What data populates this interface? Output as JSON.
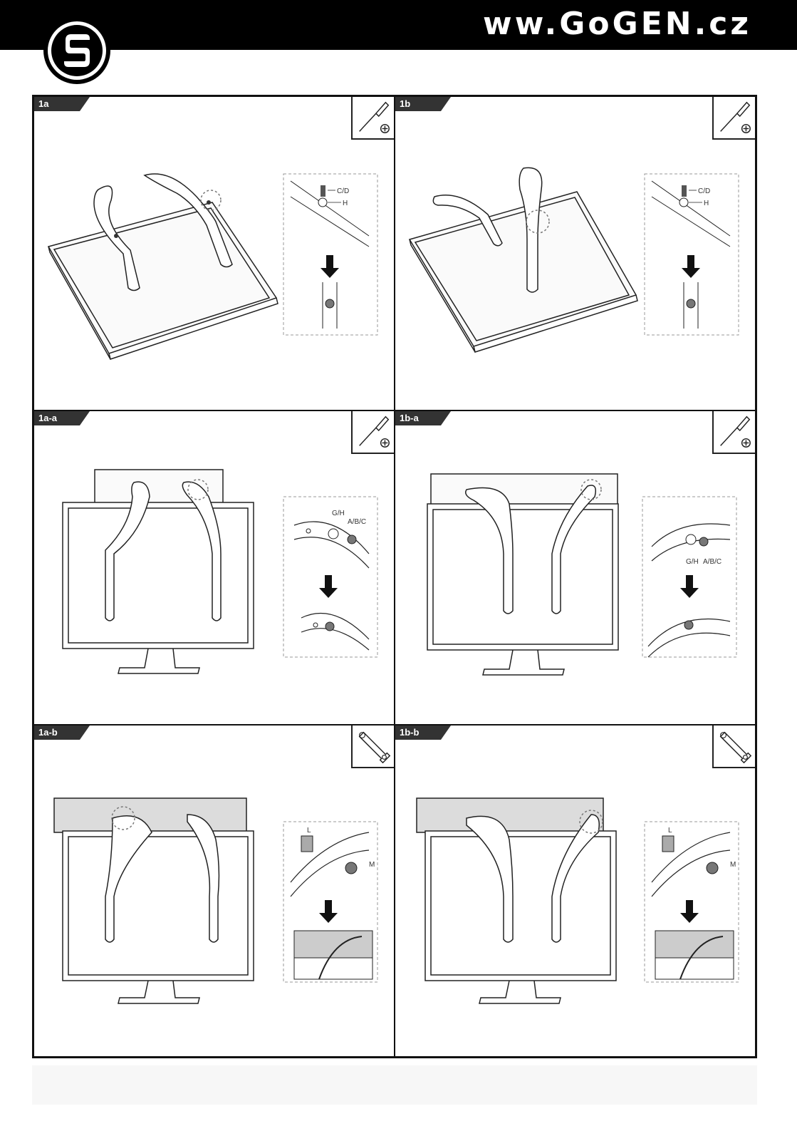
{
  "header": {
    "brand_text": "ww.GoGEN.cz",
    "logo_icon": "gogen-logo-icon",
    "bar_color": "#000000"
  },
  "panels": [
    {
      "tag": "1a",
      "tool": "phillips-screwdriver-icon",
      "labels": [
        "C/D",
        "H"
      ]
    },
    {
      "tag": "1b",
      "tool": "phillips-screwdriver-icon",
      "labels": [
        "C/D",
        "H"
      ]
    },
    {
      "tag": "1a-a",
      "tool": "phillips-screwdriver-icon",
      "labels": [
        "G/H",
        "A/B/C"
      ]
    },
    {
      "tag": "1b-a",
      "tool": "phillips-screwdriver-icon",
      "labels": [
        "G/H",
        "A/B/C"
      ]
    },
    {
      "tag": "1a-b",
      "tool": "wrench-icon",
      "labels": [
        "L",
        "M"
      ]
    },
    {
      "tag": "1b-b",
      "tool": "wrench-icon",
      "labels": [
        "L",
        "M"
      ]
    }
  ]
}
